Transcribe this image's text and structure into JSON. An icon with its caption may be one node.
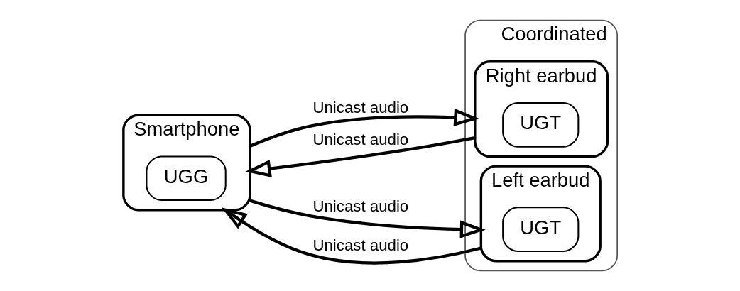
{
  "diagram": {
    "nodes": [
      {
        "text": [
          "Smartphone"
        ]
      },
      {
        "text": [
          "UGG"
        ],
        "in": 0
      },
      {
        "text": [
          "Coordinated"
        ]
      },
      {
        "text": [
          "Right earbud"
        ],
        "in": 2
      },
      {
        "text": [
          "UGT"
        ],
        "in": 3
      },
      {
        "text": [
          "Left earbud"
        ],
        "in": 2
      },
      {
        "text": [
          "UGT"
        ],
        "in": 5
      }
    ],
    "edges": [
      {
        "from": 0,
        "to": 3,
        "arrow": "to",
        "label": "Unicast audio"
      },
      {
        "from": 3,
        "to": 0,
        "arrow": "to",
        "label": "Unicast audio"
      },
      {
        "from": 0,
        "to": 5,
        "arrow": "to",
        "label": "Unicast audio"
      },
      {
        "from": 5,
        "to": 0,
        "arrow": "to",
        "label": "Unicast audio"
      }
    ]
  }
}
